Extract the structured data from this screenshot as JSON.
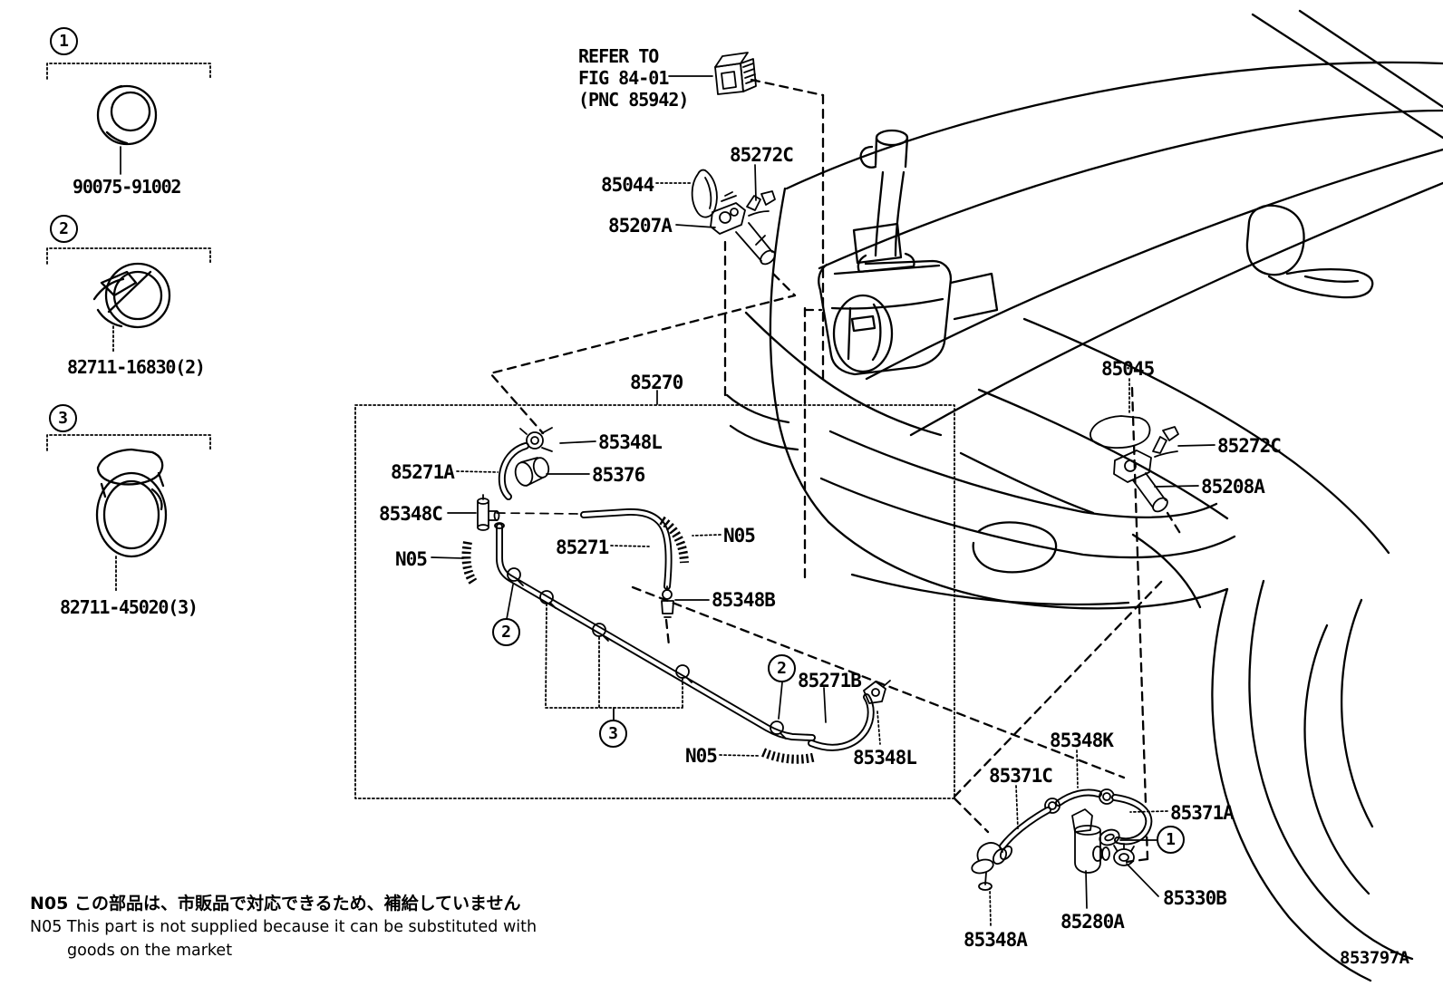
{
  "legend": {
    "items": [
      {
        "marker": "1",
        "part_number": "90075-91002"
      },
      {
        "marker": "2",
        "part_number": "82711-16830(2)"
      },
      {
        "marker": "3",
        "part_number": "82711-45020(3)"
      }
    ]
  },
  "refer_note": {
    "line1": "REFER TO",
    "line2": "FIG 84-01",
    "line3": "(PNC 85942)"
  },
  "callouts": {
    "c85272c_top": "85272C",
    "c85044": "85044",
    "c85207a": "85207A",
    "c85270": "85270",
    "c85348l_1": "85348L",
    "c85271a": "85271A",
    "c85376": "85376",
    "c85348c": "85348C",
    "n05_right": "N05",
    "c85271": "85271",
    "n05_left": "N05",
    "c85348b": "85348B",
    "c85271b": "85271B",
    "n05_bottom": "N05",
    "c85348l_2": "85348L",
    "c85045": "85045",
    "c85272c_right": "85272C",
    "c85208a": "85208A",
    "c85348k": "85348K",
    "c85371c": "85371C",
    "c85371a": "85371A",
    "c85330b": "85330B",
    "c85280a": "85280A",
    "c85348a": "85348A"
  },
  "markers": {
    "tube_clip": "2",
    "tube_bundle": "3",
    "hose_clip": "2",
    "clamp_ref": "1"
  },
  "notes": {
    "jp": "N05 この部品は、市販品で対応できるため、補給していません",
    "en1": "N05 This part is not supplied because it can be substituted with",
    "en2": "goods on the market"
  },
  "doc_number": "853797A",
  "colors": {
    "line": "#000000",
    "background": "#ffffff",
    "text": "#000000"
  }
}
